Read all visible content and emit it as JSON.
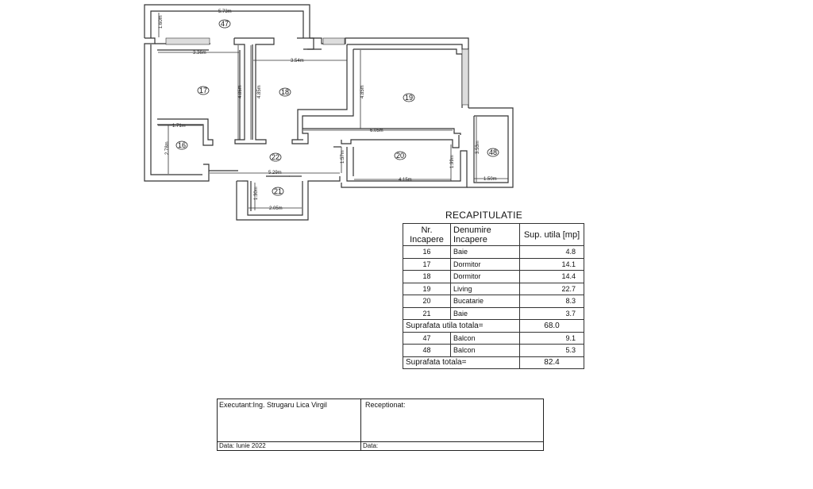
{
  "floor_plan": {
    "rooms": [
      {
        "id": "47",
        "label": "47"
      },
      {
        "id": "17",
        "label": "17"
      },
      {
        "id": "18",
        "label": "18"
      },
      {
        "id": "19",
        "label": "19"
      },
      {
        "id": "16",
        "label": "16"
      },
      {
        "id": "22",
        "label": "22"
      },
      {
        "id": "20",
        "label": "20"
      },
      {
        "id": "48",
        "label": "48"
      },
      {
        "id": "21",
        "label": "21"
      }
    ],
    "dimensions": {
      "d_573": "5.73m",
      "d_160": "1.60m",
      "d_336": "3.36m",
      "d_354": "3.54m",
      "d_485a": "4.85m",
      "d_485b": "4.85m",
      "d_19v": "4.85m",
      "d_605": "6.05m",
      "d_171": "1.71m",
      "d_278": "2.78m",
      "d_529": "5.29m",
      "d_157": "1.57m",
      "d_199": "1.99m",
      "d_415": "4.15m",
      "d_353": "3.53m",
      "d_150": "1.50m",
      "d_130": "1.30m",
      "d_205": "2.05m"
    }
  },
  "recap": {
    "title": "RECAPITULATIE",
    "headers": {
      "nr": "Nr. Incapere",
      "name": "Denumire Incapere",
      "area": "Sup. utila [mp]"
    },
    "rows": [
      {
        "nr": "16",
        "name": "Baie",
        "area": "4.8"
      },
      {
        "nr": "17",
        "name": "Dormitor",
        "area": "14.1"
      },
      {
        "nr": "18",
        "name": "Dormitor",
        "area": "14.4"
      },
      {
        "nr": "19",
        "name": "Living",
        "area": "22.7"
      },
      {
        "nr": "20",
        "name": "Bucatarie",
        "area": "8.3"
      },
      {
        "nr": "21",
        "name": "Baie",
        "area": "3.7"
      }
    ],
    "useful_total_label": "Suprafata utila totala=",
    "useful_total_value": "68.0",
    "balcony_rows": [
      {
        "nr": "47",
        "name": "Balcon",
        "area": "9.1"
      },
      {
        "nr": "48",
        "name": "Balcon",
        "area": "5.3"
      }
    ],
    "total_label": "Suprafata totala=",
    "total_value": "82.4"
  },
  "title_block": {
    "executant": "Executant:Ing. Strugaru Lica Virgil",
    "executant_date": "Data: Iunie 2022",
    "receptionat": "Receptionat:",
    "receptionat_date": "Data:"
  }
}
